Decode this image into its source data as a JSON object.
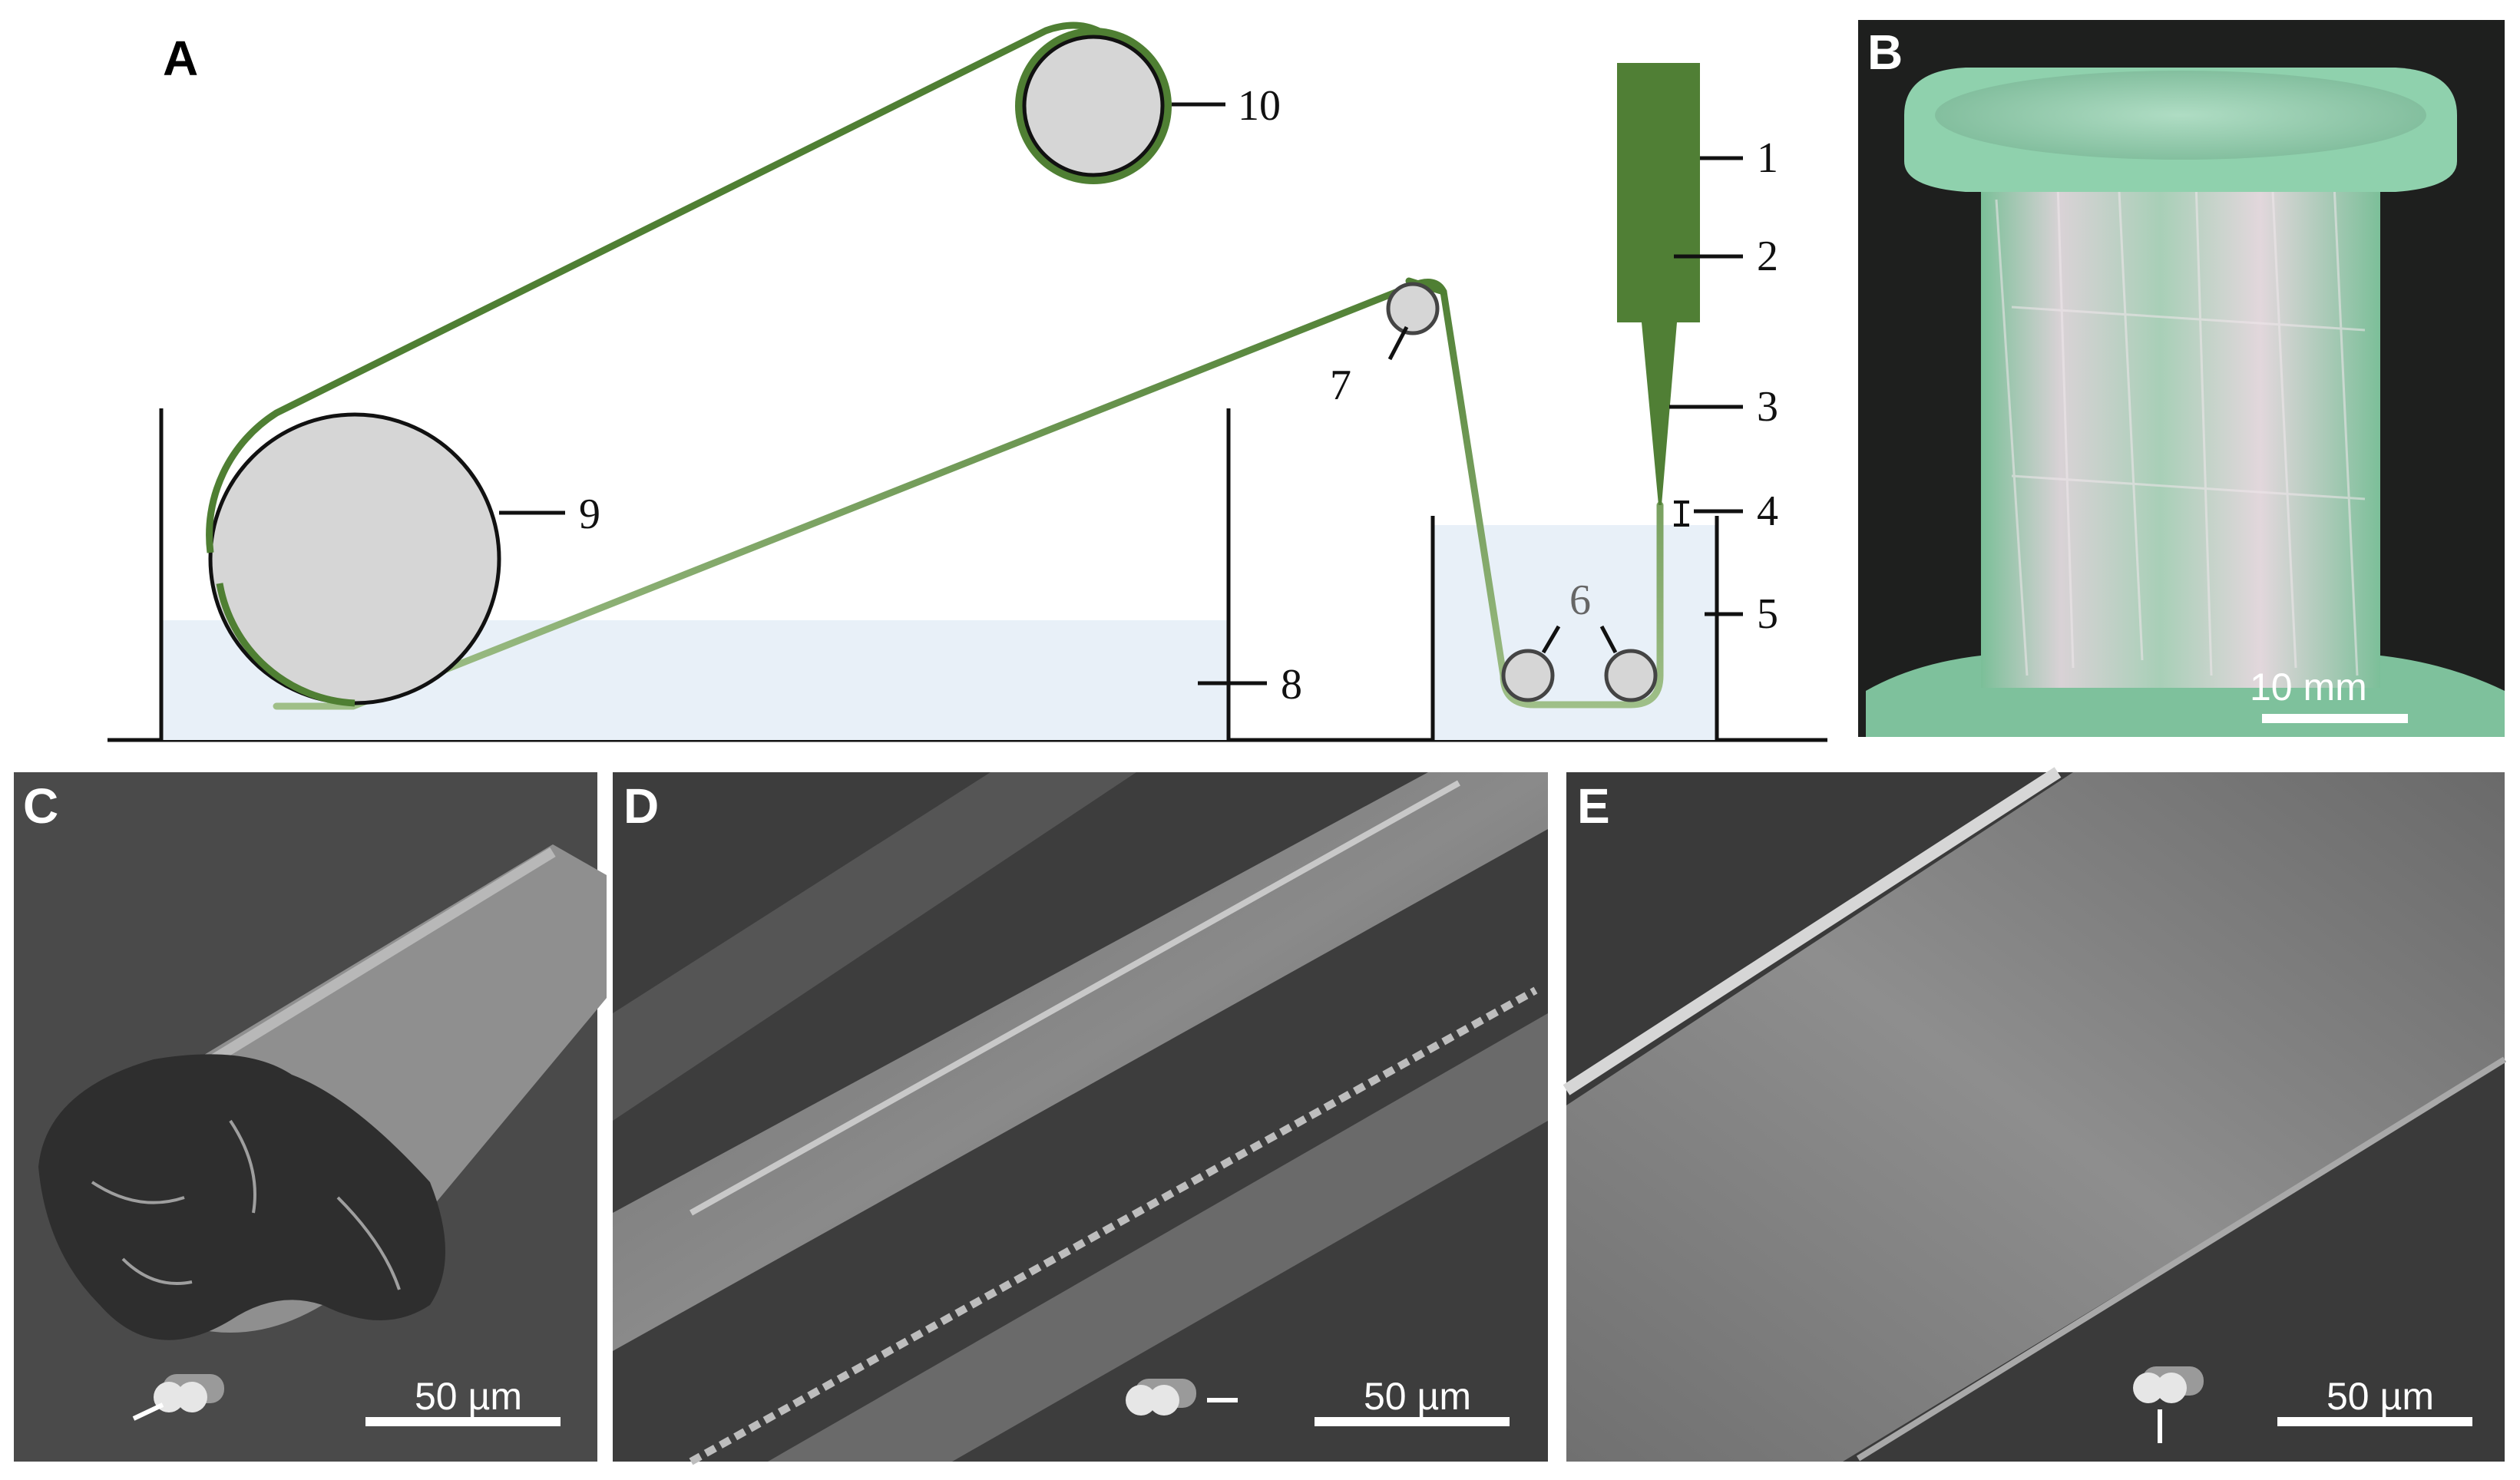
{
  "figure": {
    "panel_a": {
      "letter": "A",
      "labels": [
        "1",
        "2",
        "3",
        "4",
        "5",
        "6",
        "7",
        "8",
        "9",
        "10"
      ]
    },
    "panel_b": {
      "letter": "B",
      "scale_text": "10 mm"
    },
    "panel_c": {
      "letter": "C",
      "scale_text": "50 µm"
    },
    "panel_d": {
      "letter": "D",
      "scale_text": "50 µm"
    },
    "panel_e": {
      "letter": "E",
      "scale_text": "50 µm"
    }
  },
  "colors": {
    "fiber": "#4f7f33",
    "nozzle": "#507f35",
    "roller_fill": "#d6d6d6",
    "bath_fill": "#e8f0f8",
    "spool": "#8fd1ad",
    "sem_bg": "#3e3e3e"
  }
}
